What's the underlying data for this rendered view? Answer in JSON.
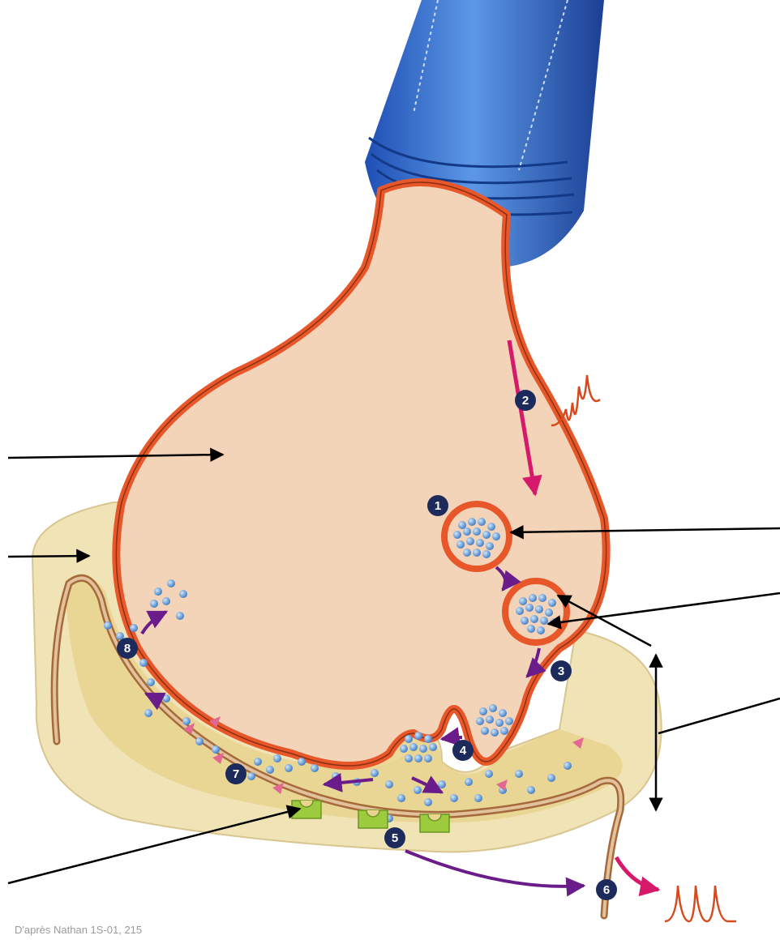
{
  "credit": "D'après Nathan 1S-01, 215",
  "steps": [
    "1",
    "2",
    "3",
    "4",
    "5",
    "6",
    "7",
    "8"
  ],
  "colors": {
    "axon_blue": "#2f67c9",
    "terminal_fill": "#f3d4b8",
    "membrane": "#e8572a",
    "cleft_yellow": "#e9d490",
    "postsynaptic": "#f0e3b6",
    "receptor_green": "#9ccc3d",
    "vesicle_blue": "#4f8fd1",
    "step_badge": "#1d2a5c",
    "arrow_purple": "#6a1d8a",
    "arrow_magenta": "#d6196a",
    "action_potential": "#d84a1e"
  },
  "icons": {
    "action_potential_2": "action-potential-trace-icon",
    "action_potential_6": "action-potential-trace-icon"
  }
}
